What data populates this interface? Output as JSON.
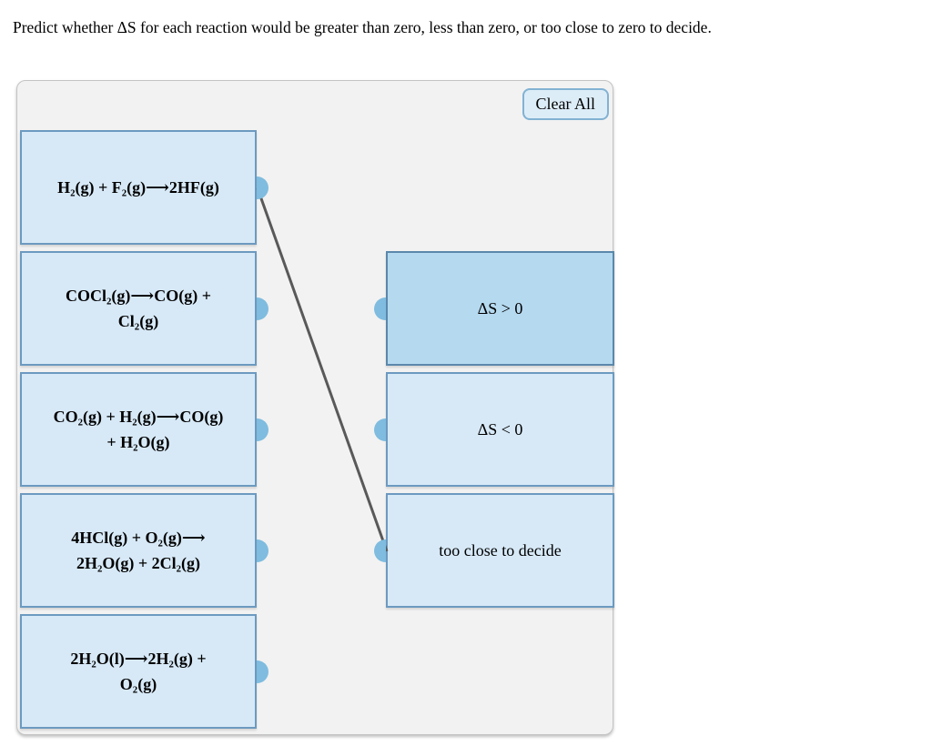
{
  "instruction": "Predict whether ΔS for each reaction would be greater than zero, less than zero, or too close to zero to decide.",
  "panel": {
    "clear_all_label": "Clear All",
    "reactions": [
      {
        "formula": "H₂(g) + F₂(g)⟶2HF(g)"
      },
      {
        "formula": "COCl₂(g)⟶CO(g) +\nCl₂(g)"
      },
      {
        "formula": "CO₂(g) + H₂(g)⟶CO(g)\n+ H₂O(g)"
      },
      {
        "formula": "4HCl(g) + O₂(g)⟶\n2H₂O(g) + 2Cl₂(g)"
      },
      {
        "formula": "2H₂O(l)⟶2H₂(g) +\nO₂(g)"
      }
    ],
    "answers": [
      {
        "label": "ΔS > 0",
        "highlighted": true
      },
      {
        "label": "ΔS < 0",
        "highlighted": false
      },
      {
        "label": "too close to decide",
        "highlighted": false
      }
    ],
    "connections": [
      {
        "from_reaction": 0,
        "to_answer": 2
      }
    ]
  },
  "colors": {
    "panel_background": "#f2f2f2",
    "card_fill": "#d7e9f7",
    "card_border": "#6c9ac0",
    "highlighted_card_fill": "#b5d9ef",
    "connector_dot": "#7fbcdf",
    "connection_line": "#595959"
  }
}
